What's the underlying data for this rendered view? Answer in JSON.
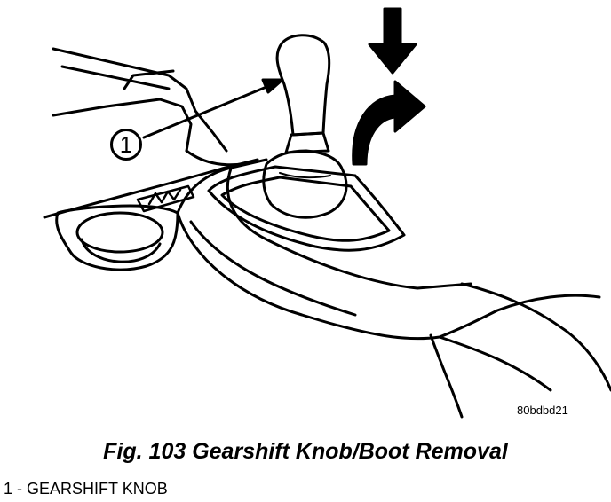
{
  "figure": {
    "callout_number": "1",
    "image_code": "80bdbd21",
    "caption": "Fig. 103 Gearshift Knob/Boot Removal",
    "legend": [
      "1 - GEARSHIFT KNOB"
    ]
  },
  "icons": {
    "down_arrow": "arrow-down-icon",
    "twist_arrow": "rotate-arrow-icon"
  }
}
